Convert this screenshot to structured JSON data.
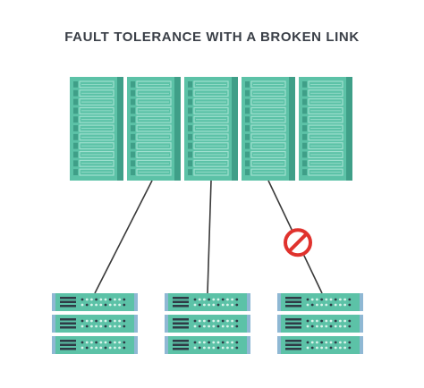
{
  "title": "FAULT TOLERANCE WITH A BROKEN LINK",
  "colors": {
    "rack_front": "#5cc2a7",
    "rack_side": "#3f9f88",
    "rack_slot": "#9fe0cf",
    "server_body": "#5cc2a7",
    "server_ear": "#8fb8d4",
    "server_led_dark": "#2f3b46",
    "link": "#3a3a3a",
    "broken_sign": "#e0322d"
  },
  "racks": {
    "count": 5,
    "units_per_rack": 11
  },
  "servers": {
    "count": 3,
    "units_per_server": 3
  },
  "links": [
    {
      "from_rack": 2,
      "to_server": 1,
      "status": "ok"
    },
    {
      "from_rack": 3,
      "to_server": 2,
      "status": "ok"
    },
    {
      "from_rack": 4,
      "to_server": 3,
      "status": "broken"
    }
  ],
  "icons": [
    "server-rack-icon",
    "rackmount-server-icon",
    "prohibited-icon"
  ]
}
